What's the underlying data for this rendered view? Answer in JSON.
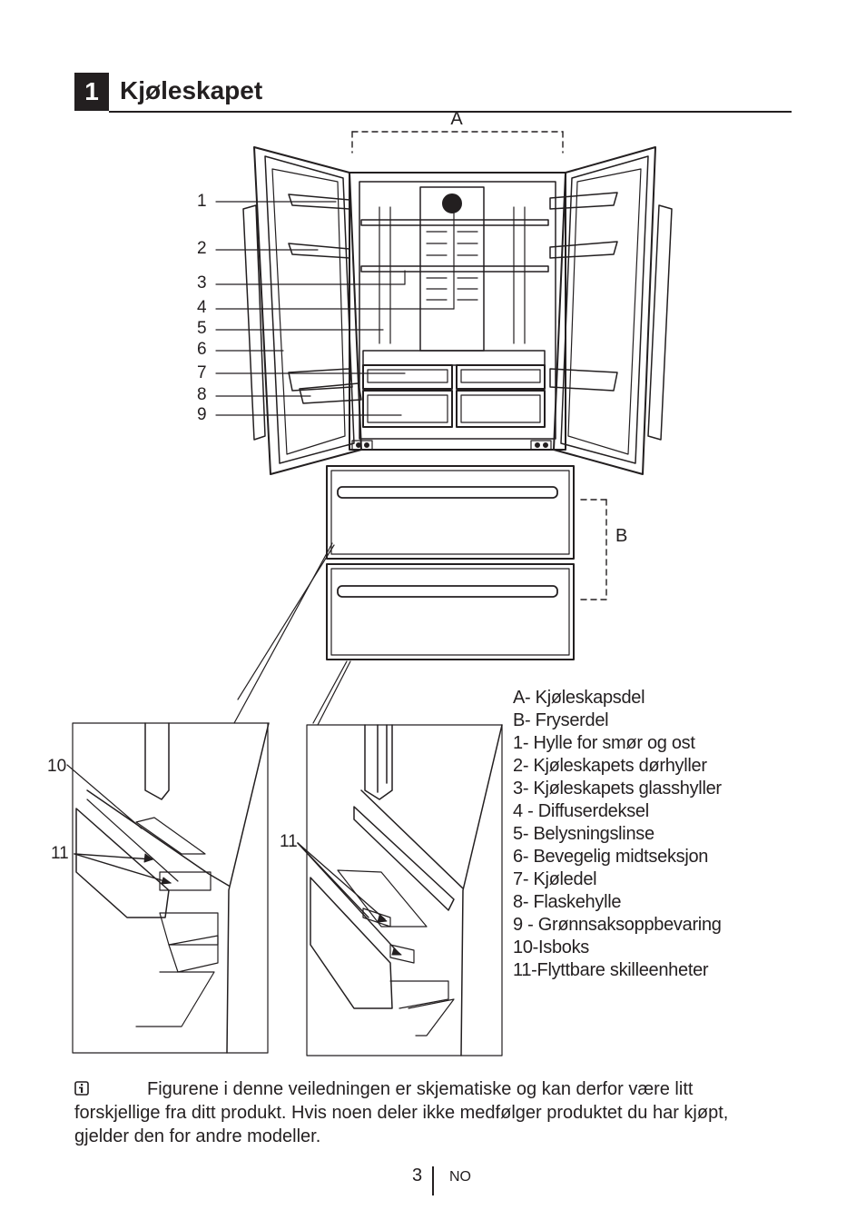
{
  "section": {
    "number": "1",
    "title": "Kjøleskapet"
  },
  "diagram": {
    "labels": {
      "a": "A",
      "b": "B"
    },
    "callouts": [
      "1",
      "2",
      "3",
      "4",
      "5",
      "6",
      "7",
      "8",
      "9"
    ],
    "detail_callouts": {
      "left_10": "10",
      "left_11": "11",
      "right_11": "11"
    }
  },
  "legend": [
    "A- Kjøleskapsdel",
    "B- Fryserdel",
    "1-  Hylle for smør og ost",
    "2-  Kjøleskapets dørhyller",
    "3-  Kjøleskapets glasshyller",
    "4 - Diffuserdeksel",
    "5-  Belysningslinse",
    "6-  Bevegelig midtseksjon",
    "7-  Kjøledel",
    "8-  Flaskehylle",
    "9 - Grønnsaksoppbevaring",
    "10-Isboks",
    "11-Flyttbare skilleenheter"
  ],
  "note": {
    "icon": "info-icon",
    "text": "Figurene i denne veiledningen er skjematiske og kan derfor være litt forskjellige fra ditt produkt. Hvis noen deler ikke medfølger produktet du har kjøpt, gjelder den for andre modeller."
  },
  "footer": {
    "page_number": "3",
    "language": "NO"
  }
}
